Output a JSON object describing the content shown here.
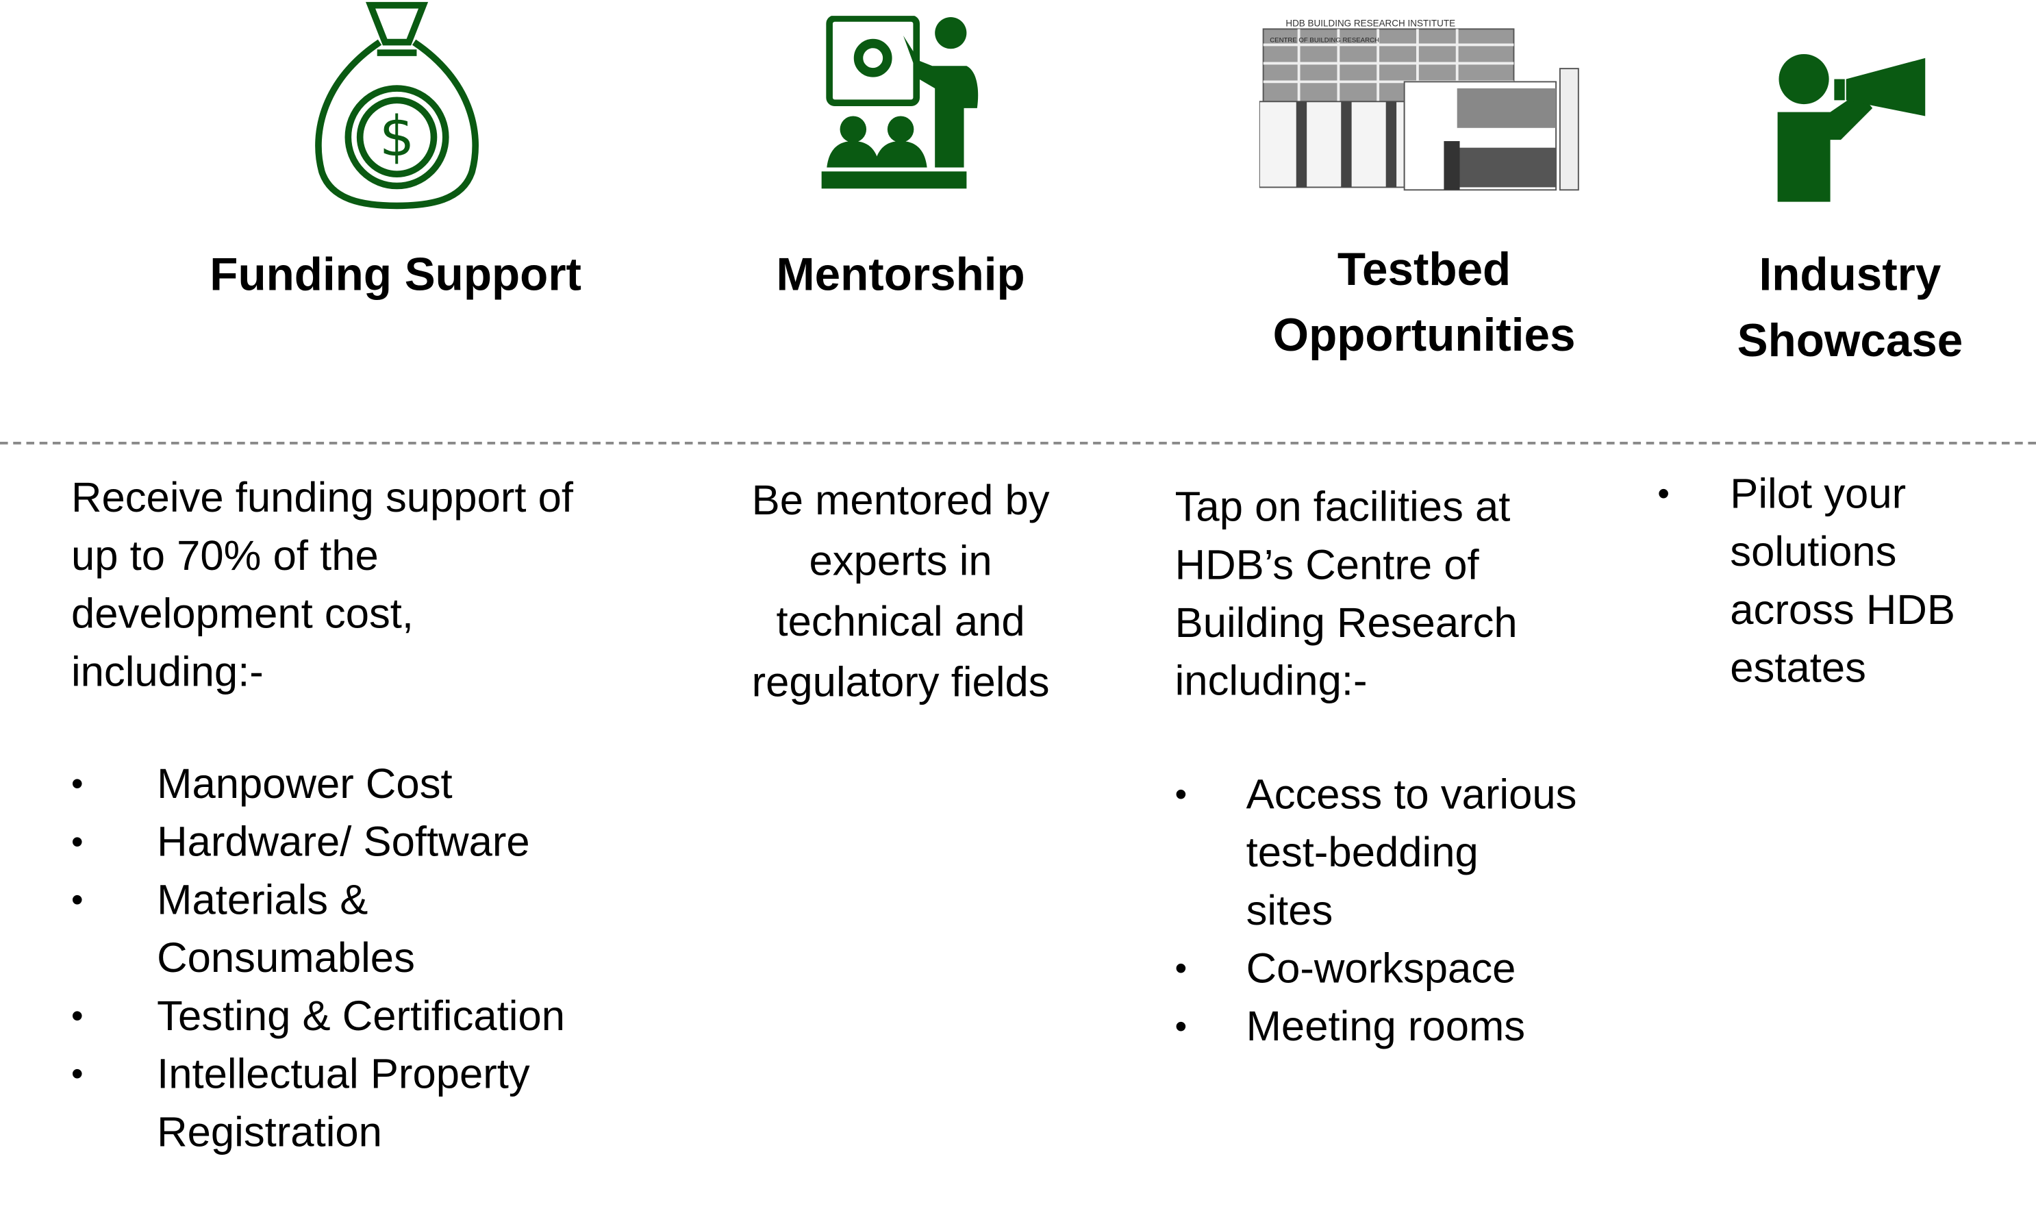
{
  "colors": {
    "icon_green": "#0a5a12",
    "divider": "#8a8a8a"
  },
  "columns": [
    {
      "icon": "money-bag-icon",
      "title": "Funding Support",
      "intro": [
        "Receive funding support of",
        "up to 70% of the",
        "development cost,",
        "including:-"
      ],
      "bullets": [
        [
          "Manpower Cost"
        ],
        [
          "Hardware/ Software"
        ],
        [
          "Materials &",
          "Consumables"
        ],
        [
          "Testing & Certification"
        ],
        [
          "Intellectual Property",
          "Registration"
        ]
      ]
    },
    {
      "icon": "mentor-presentation-icon",
      "title": "Mentorship",
      "intro": [
        "Be mentored by",
        "experts in",
        "technical and",
        "regulatory fields"
      ]
    },
    {
      "icon": "building-photo",
      "title_lines": [
        "Testbed",
        "Opportunities"
      ],
      "building_sign": "HDB BUILDING RESEARCH INSTITUTE",
      "building_subsign": "CENTRE OF BUILDING RESEARCH",
      "intro": [
        "Tap on facilities at",
        "HDB’s Centre of",
        "Building Research",
        "including:-"
      ],
      "bullets": [
        [
          "Access to various",
          "test-bedding",
          "sites"
        ],
        [
          "Co-workspace"
        ],
        [
          "Meeting rooms"
        ]
      ]
    },
    {
      "icon": "megaphone-icon",
      "title_lines": [
        "Industry",
        "Showcase"
      ],
      "bullets": [
        [
          "Pilot your",
          "solutions",
          "across HDB",
          "estates"
        ]
      ]
    }
  ],
  "bullet_char": "•"
}
